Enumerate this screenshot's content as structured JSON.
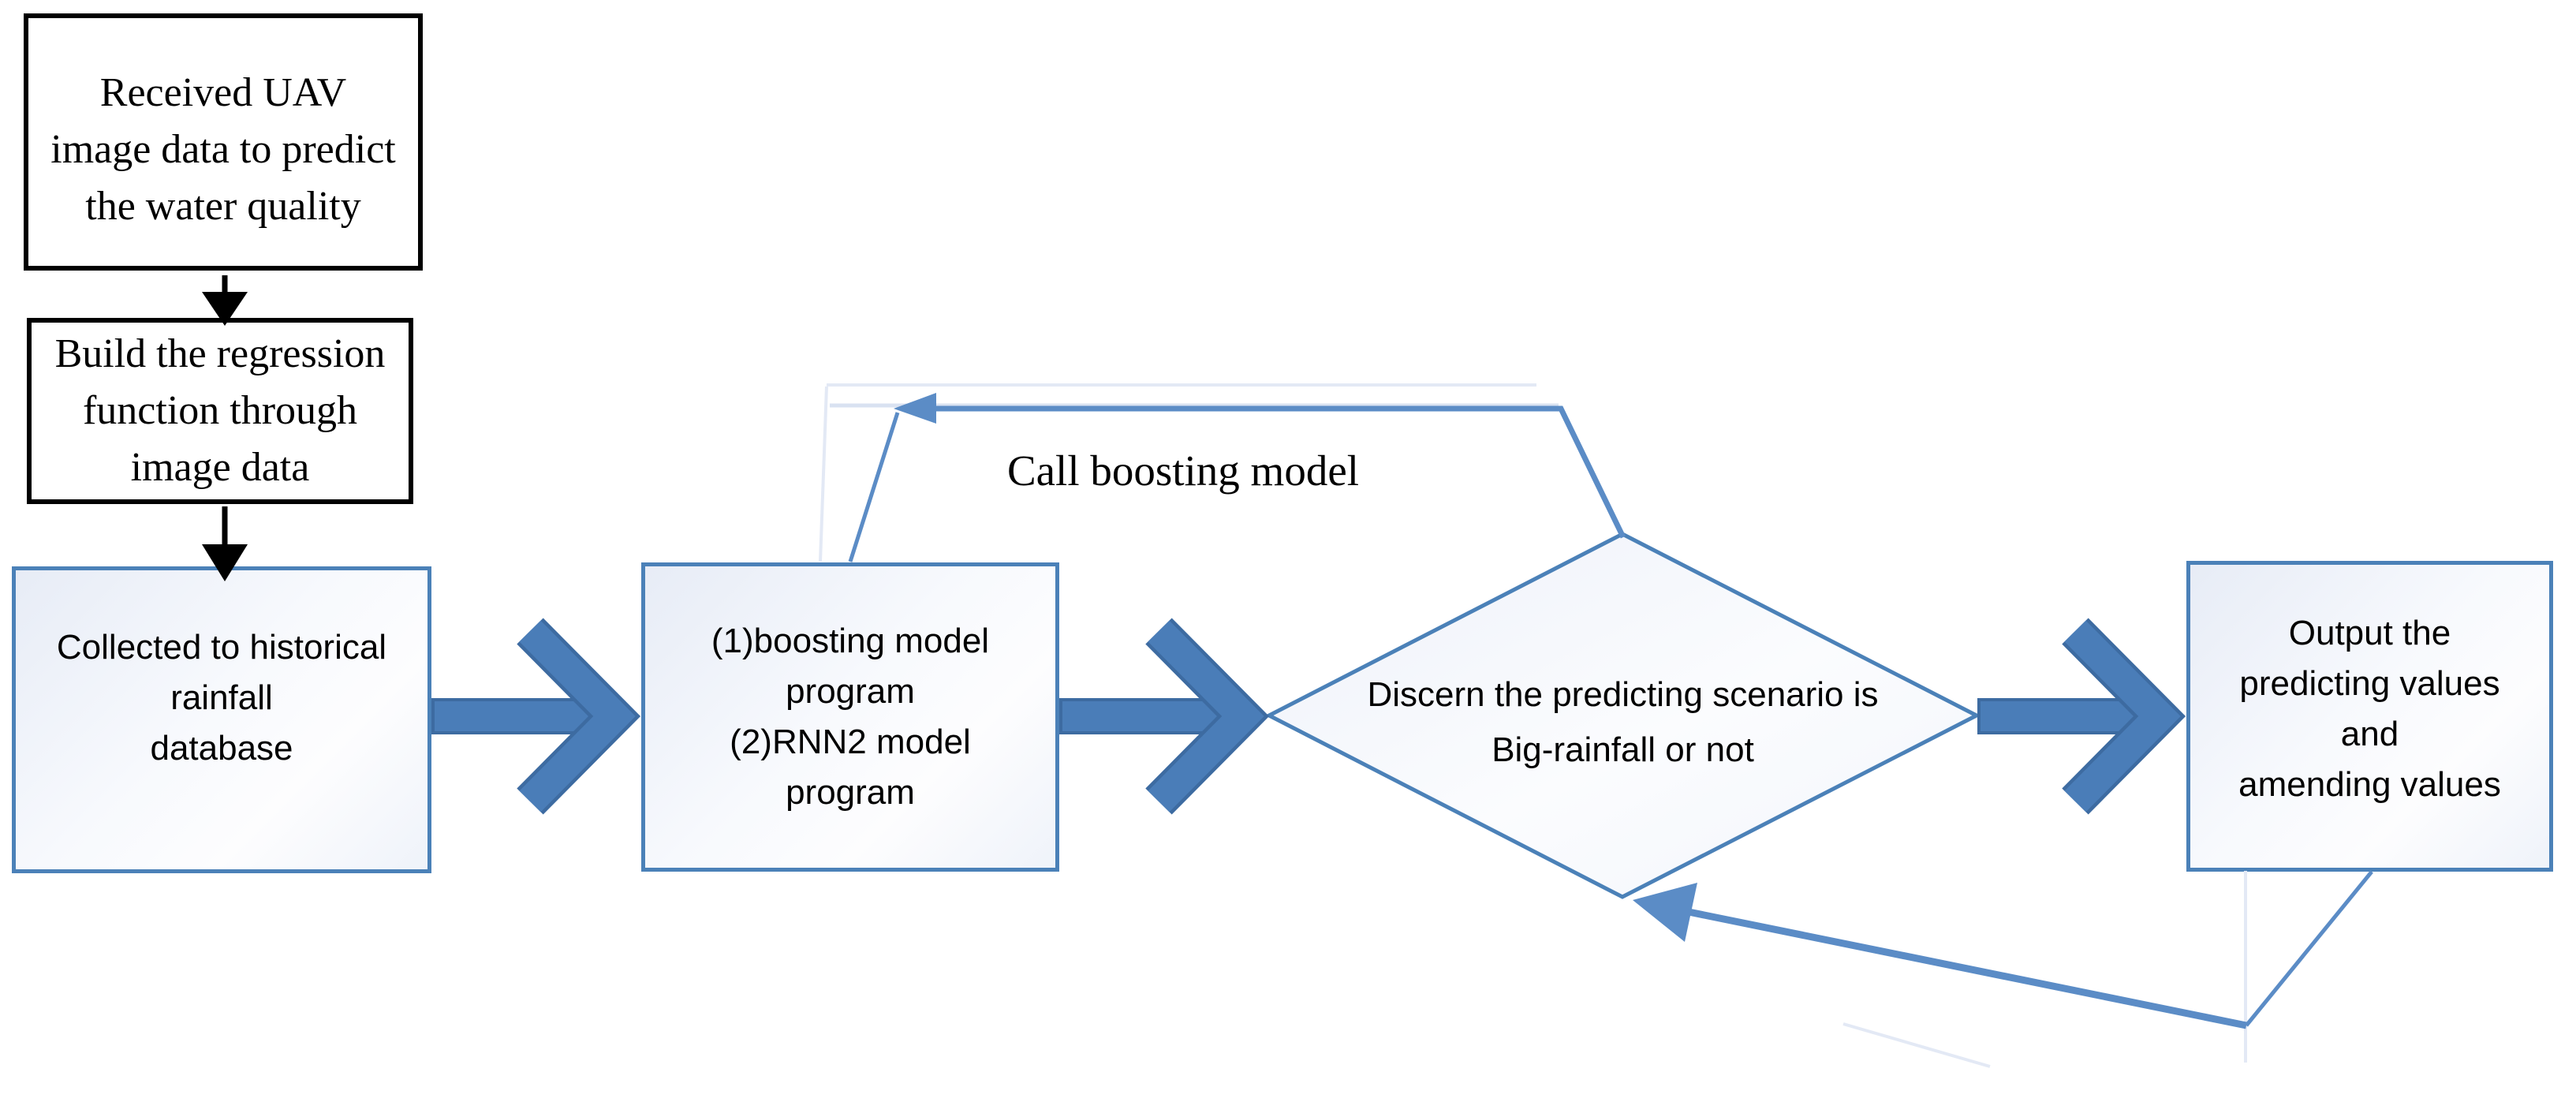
{
  "nodes": {
    "received_uav": {
      "shape": "rectangle",
      "border": "black",
      "lines": [
        "Received UAV",
        "image data to predict",
        "the water quality"
      ]
    },
    "build_regression": {
      "shape": "rectangle",
      "border": "black",
      "lines": [
        "Build the regression",
        "function through",
        "image data"
      ]
    },
    "collected_rainfall": {
      "shape": "rectangle",
      "border": "blue",
      "lines": [
        "Collected to historical",
        "rainfall",
        "database"
      ]
    },
    "model_programs": {
      "shape": "rectangle",
      "border": "blue",
      "lines": [
        "(1)boosting model",
        "program",
        "(2)RNN2 model",
        "program"
      ]
    },
    "discern_scenario": {
      "shape": "diamond",
      "border": "blue",
      "lines": [
        "Discern the predicting scenario is",
        "Big-rainfall or not"
      ]
    },
    "output_values": {
      "shape": "rectangle",
      "border": "blue",
      "lines": [
        "Output the",
        "predicting values",
        "and",
        "amending values"
      ]
    }
  },
  "labels": {
    "call_boosting": "Call boosting model"
  },
  "colors": {
    "accent_fill": "#4a7db8",
    "accent_border": "#3d6ba1",
    "connector": "#5b8cc6",
    "box_border": "#4b81b8",
    "black": "#000000",
    "faint": "#e3e9f5",
    "faint2": "#d9e2f1",
    "gradient_tint": "#e7ecf6"
  }
}
